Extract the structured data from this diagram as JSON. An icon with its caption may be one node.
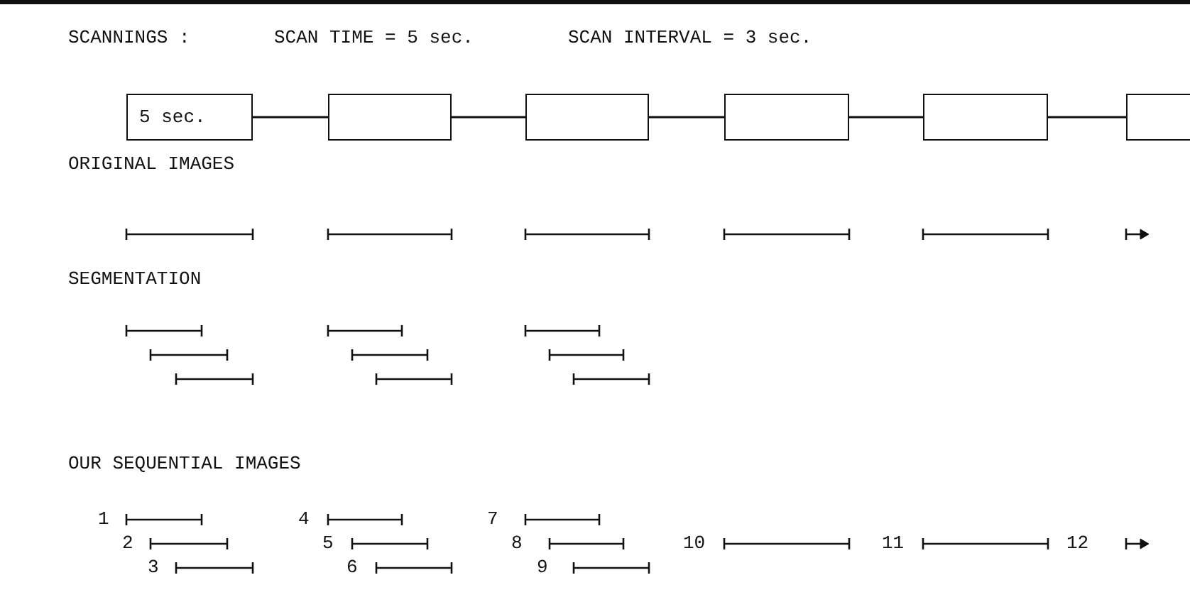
{
  "diagram": {
    "nodes": [
      {
        "text": [
          "5 sec."
        ]
      },
      {
        "text": [],
        "shape": "box"
      },
      {
        "text": [],
        "shape": "box"
      },
      {
        "text": [],
        "shape": "box"
      },
      {
        "text": [],
        "shape": "box"
      },
      {
        "text": [],
        "shape": "box"
      }
    ],
    "edges": [
      {
        "from": 0,
        "to": 1,
        "arrow": "none"
      },
      {
        "from": 1,
        "to": 2,
        "arrow": "none"
      },
      {
        "from": 2,
        "to": 3,
        "arrow": "none"
      },
      {
        "from": 3,
        "to": 4,
        "arrow": "none"
      },
      {
        "from": 4,
        "to": 5,
        "arrow": "none"
      }
    ],
    "labels": [
      "SCANNINGS :",
      "SCAN TIME = 5 sec.",
      "SCAN INTERVAL = 3 sec.",
      "ORIGINAL IMAGES",
      "SEGMENTATION",
      "OUR SEQUENTIAL IMAGES",
      "1",
      "2",
      "3",
      "4",
      "5",
      "6",
      "7",
      "8",
      "9",
      "10",
      "11",
      "12"
    ]
  }
}
